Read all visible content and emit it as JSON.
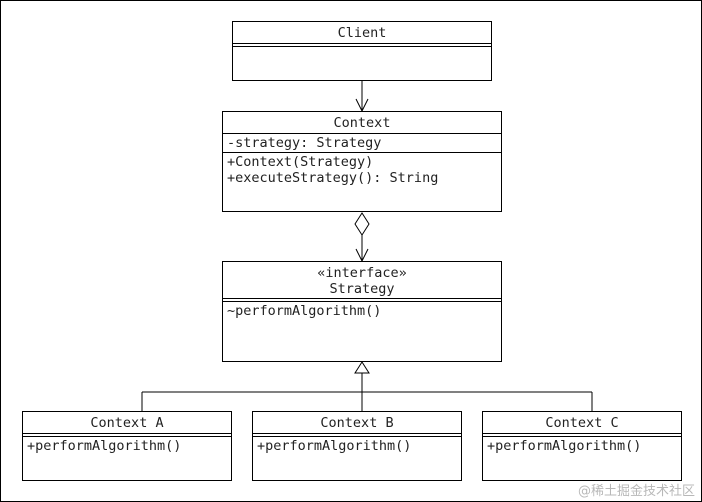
{
  "classes": {
    "client": {
      "name": "Client"
    },
    "context": {
      "name": "Context",
      "attr": "-strategy: Strategy",
      "op1": "+Context(Strategy)",
      "op2": "+executeStrategy(): String"
    },
    "strategy": {
      "stereotype": "«interface»",
      "name": "Strategy",
      "op1": "~performAlgorithm()"
    },
    "context_a": {
      "name": "Context A",
      "op1": "+performAlgorithm()"
    },
    "context_b": {
      "name": "Context B",
      "op1": "+performAlgorithm()"
    },
    "context_c": {
      "name": "Context C",
      "op1": "+performAlgorithm()"
    }
  },
  "watermark": "@稀土掘金技术社区"
}
